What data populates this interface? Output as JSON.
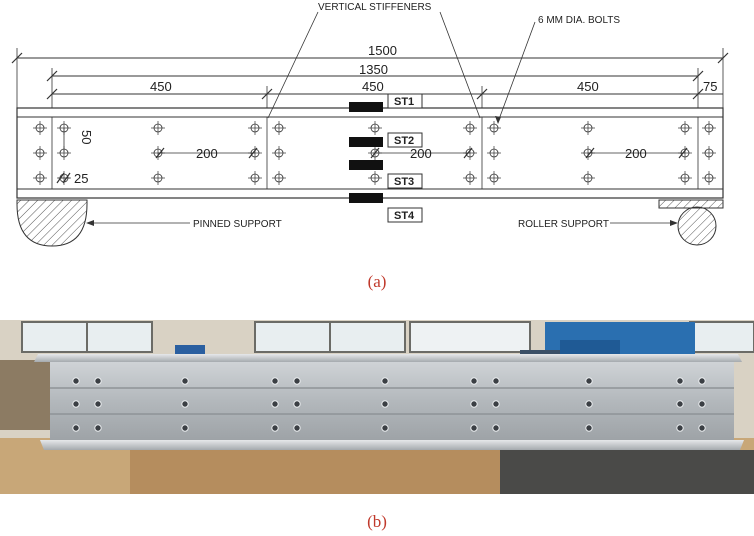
{
  "diagram": {
    "annotations": {
      "vertical_stiffeners": "VERTICAL STIFFENERS",
      "bolts": "6 MM DIA. BOLTS",
      "pinned_support": "PINNED SUPPORT",
      "roller_support": "ROLLER SUPPORT"
    },
    "dimensions": {
      "overall": "1500",
      "span": "1350",
      "seg_left": "450",
      "seg_mid": "450",
      "seg_right": "450",
      "end": "75",
      "pitch_left": "200",
      "pitch_mid": "200",
      "pitch_right": "200",
      "edge": "25",
      "gauge": "50"
    },
    "strain_gauges": [
      "ST1",
      "ST2",
      "ST3",
      "ST4"
    ]
  },
  "captions": {
    "a": "(a)",
    "b": "(b)"
  },
  "colors": {
    "caption": "#c0392b",
    "line": "#333333",
    "beam_steel": "#b7bcc0",
    "wall": "#d9d2c4",
    "blue_machine": "#2a6fb0",
    "floor": "#c8a778"
  }
}
